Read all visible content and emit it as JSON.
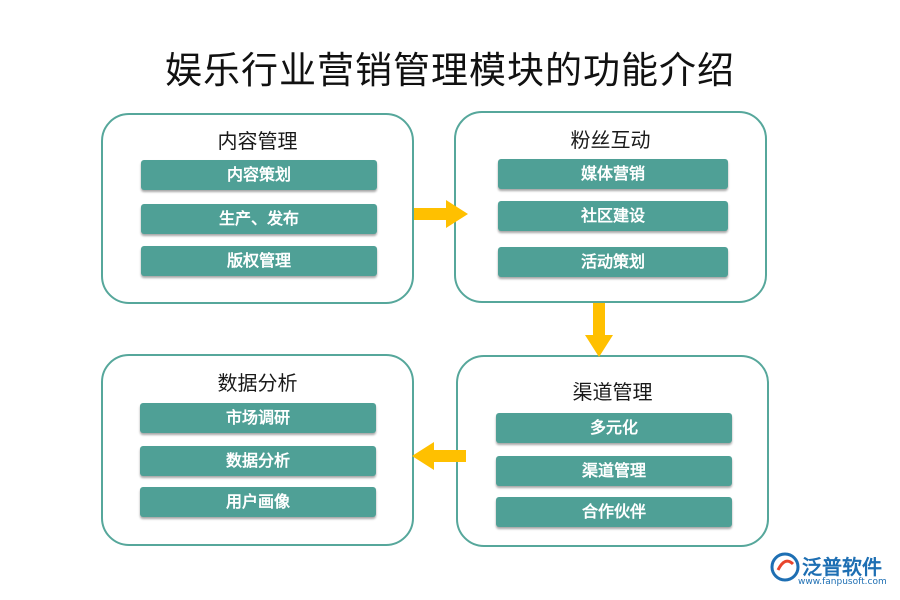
{
  "title": "娱乐行业营销管理模块的功能介绍",
  "modules": [
    {
      "title": "内容管理",
      "items": [
        "内容策划",
        "生产、发布",
        "版权管理"
      ]
    },
    {
      "title": "粉丝互动",
      "items": [
        "媒体营销",
        "社区建设",
        "活动策划"
      ]
    },
    {
      "title": "渠道管理",
      "items": [
        "多元化",
        "渠道管理",
        "合作伙伴"
      ]
    },
    {
      "title": "数据分析",
      "items": [
        "市场调研",
        "数据分析",
        "用户画像"
      ]
    }
  ],
  "colors": {
    "border": "#56a79b",
    "item_fill": "#4fa096",
    "arrow": "#ffc000",
    "logo": "#1e6fb3"
  },
  "logo": {
    "name": "泛普软件",
    "url": "www.fanpusoft.com",
    "icon": "fanpu-logo-icon"
  }
}
